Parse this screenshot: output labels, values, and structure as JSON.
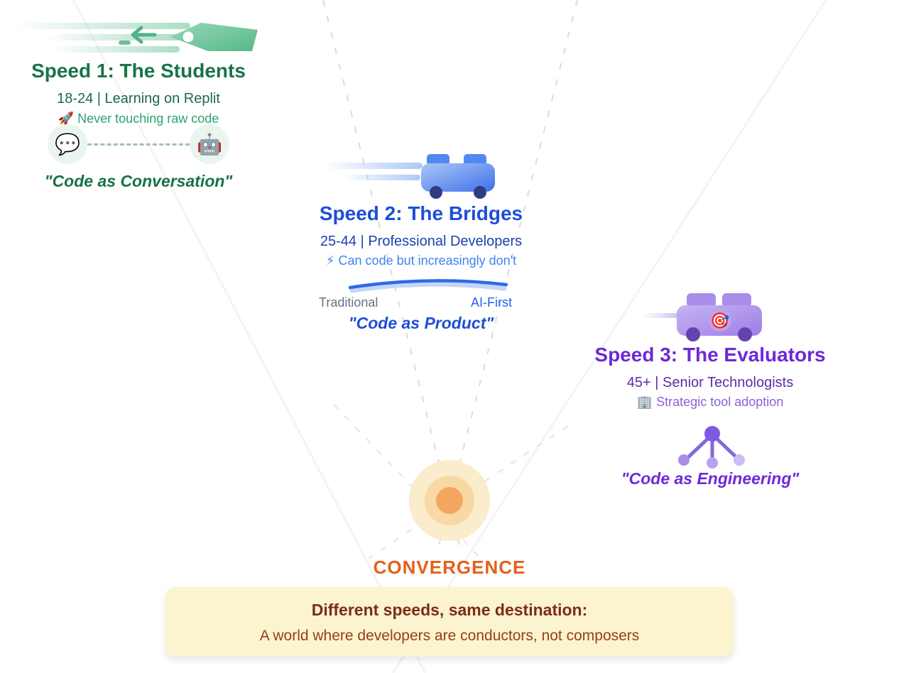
{
  "palette": {
    "speed1_primary": "#177448",
    "speed1_dark": "#1d6950",
    "speed1_light": "#2aa36e",
    "speed2_primary": "#1d4ed8",
    "speed2_dark": "#1e40af",
    "speed2_light": "#3e83f0",
    "speed3_primary": "#6d28d9",
    "speed3_dark": "#5e2ca5",
    "speed3_light": "#8a63d8",
    "convergence_orange": "#e55f17",
    "footer_bg": "#fcf3cf",
    "footer_heading_color": "#7c2d15",
    "footer_text_color": "#963e1a"
  },
  "speed1": {
    "title": "Speed 1: The Students",
    "demographic": "18-24 | Learning on Replit",
    "trait_icon": "🚀",
    "trait": "Never touching raw code",
    "chat_icon": "💬",
    "robot_icon": "🤖",
    "quote": "\"Code as Conversation\""
  },
  "speed2": {
    "title": "Speed 2: The Bridges",
    "demographic": "25-44 | Professional Developers",
    "trait_icon": "⚡",
    "trait": "Can code but increasingly don't",
    "spectrum_left": "Traditional",
    "spectrum_right": "AI-First",
    "quote": "\"Code as Product\""
  },
  "speed3": {
    "title": "Speed 3: The Evaluators",
    "demographic": "45+ | Senior Technologists",
    "trait_icon": "🏢",
    "trait": "Strategic tool adoption",
    "target_icon": "🎯",
    "quote": "\"Code as Engineering\""
  },
  "convergence": {
    "label": "CONVERGENCE"
  },
  "footer": {
    "heading": "Different speeds, same destination:",
    "subheading": "A world where developers are conductors, not composers"
  }
}
